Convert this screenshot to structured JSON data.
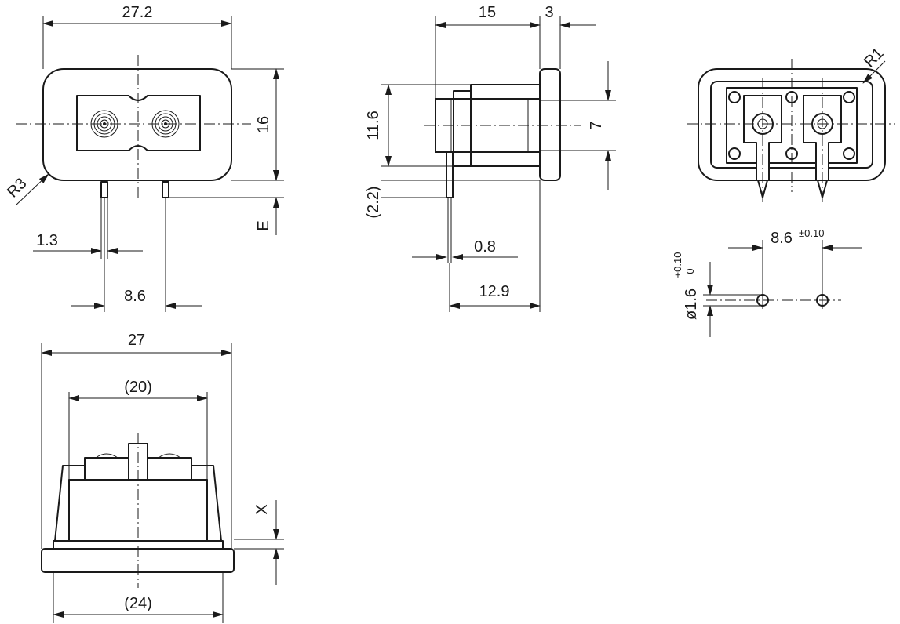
{
  "front_view": {
    "width_label": "27.2",
    "height_label": "16",
    "radius_label": "R3",
    "pin_offset_label": "E",
    "pin_width_label": "1.3",
    "pin_pitch_label": "8.6"
  },
  "side_view": {
    "depth_label": "15",
    "flange_label": "3",
    "body_height_label": "11.6",
    "inner_height_label": "7",
    "pin_drop_label": "(2.2)",
    "pin_thickness_label": "0.8",
    "overall_depth_label": "12.9"
  },
  "rear_view": {
    "radius_label": "R1"
  },
  "footprint": {
    "pitch_label": "8.6",
    "pitch_tolerance": "±0.10",
    "hole_label": "ø1.6",
    "hole_tol_upper": "+0.10",
    "hole_tol_lower": "0"
  },
  "bottom_view": {
    "overall_width_label": "27",
    "inner_width_label": "(20)",
    "flange_width_label": "(24)",
    "clip_label": "X"
  }
}
